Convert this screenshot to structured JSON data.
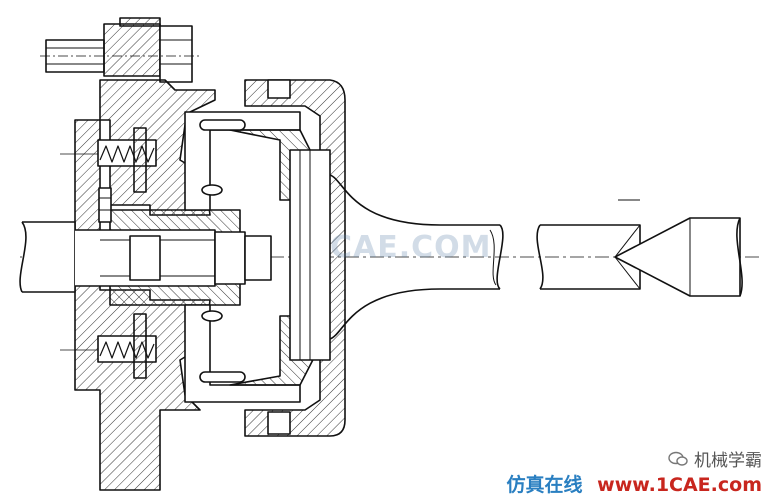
{
  "watermark": {
    "center_text": "CAE.COM",
    "account_name": "机械学霸",
    "site_name_cn": "仿真在线",
    "site_url": "www.1CAE.com",
    "account_icon": "wechat-icon"
  },
  "colors": {
    "line": "#111111",
    "hatch": "#333333",
    "watermark_blue": "#2a7fc1",
    "watermark_red": "#c8261e"
  }
}
